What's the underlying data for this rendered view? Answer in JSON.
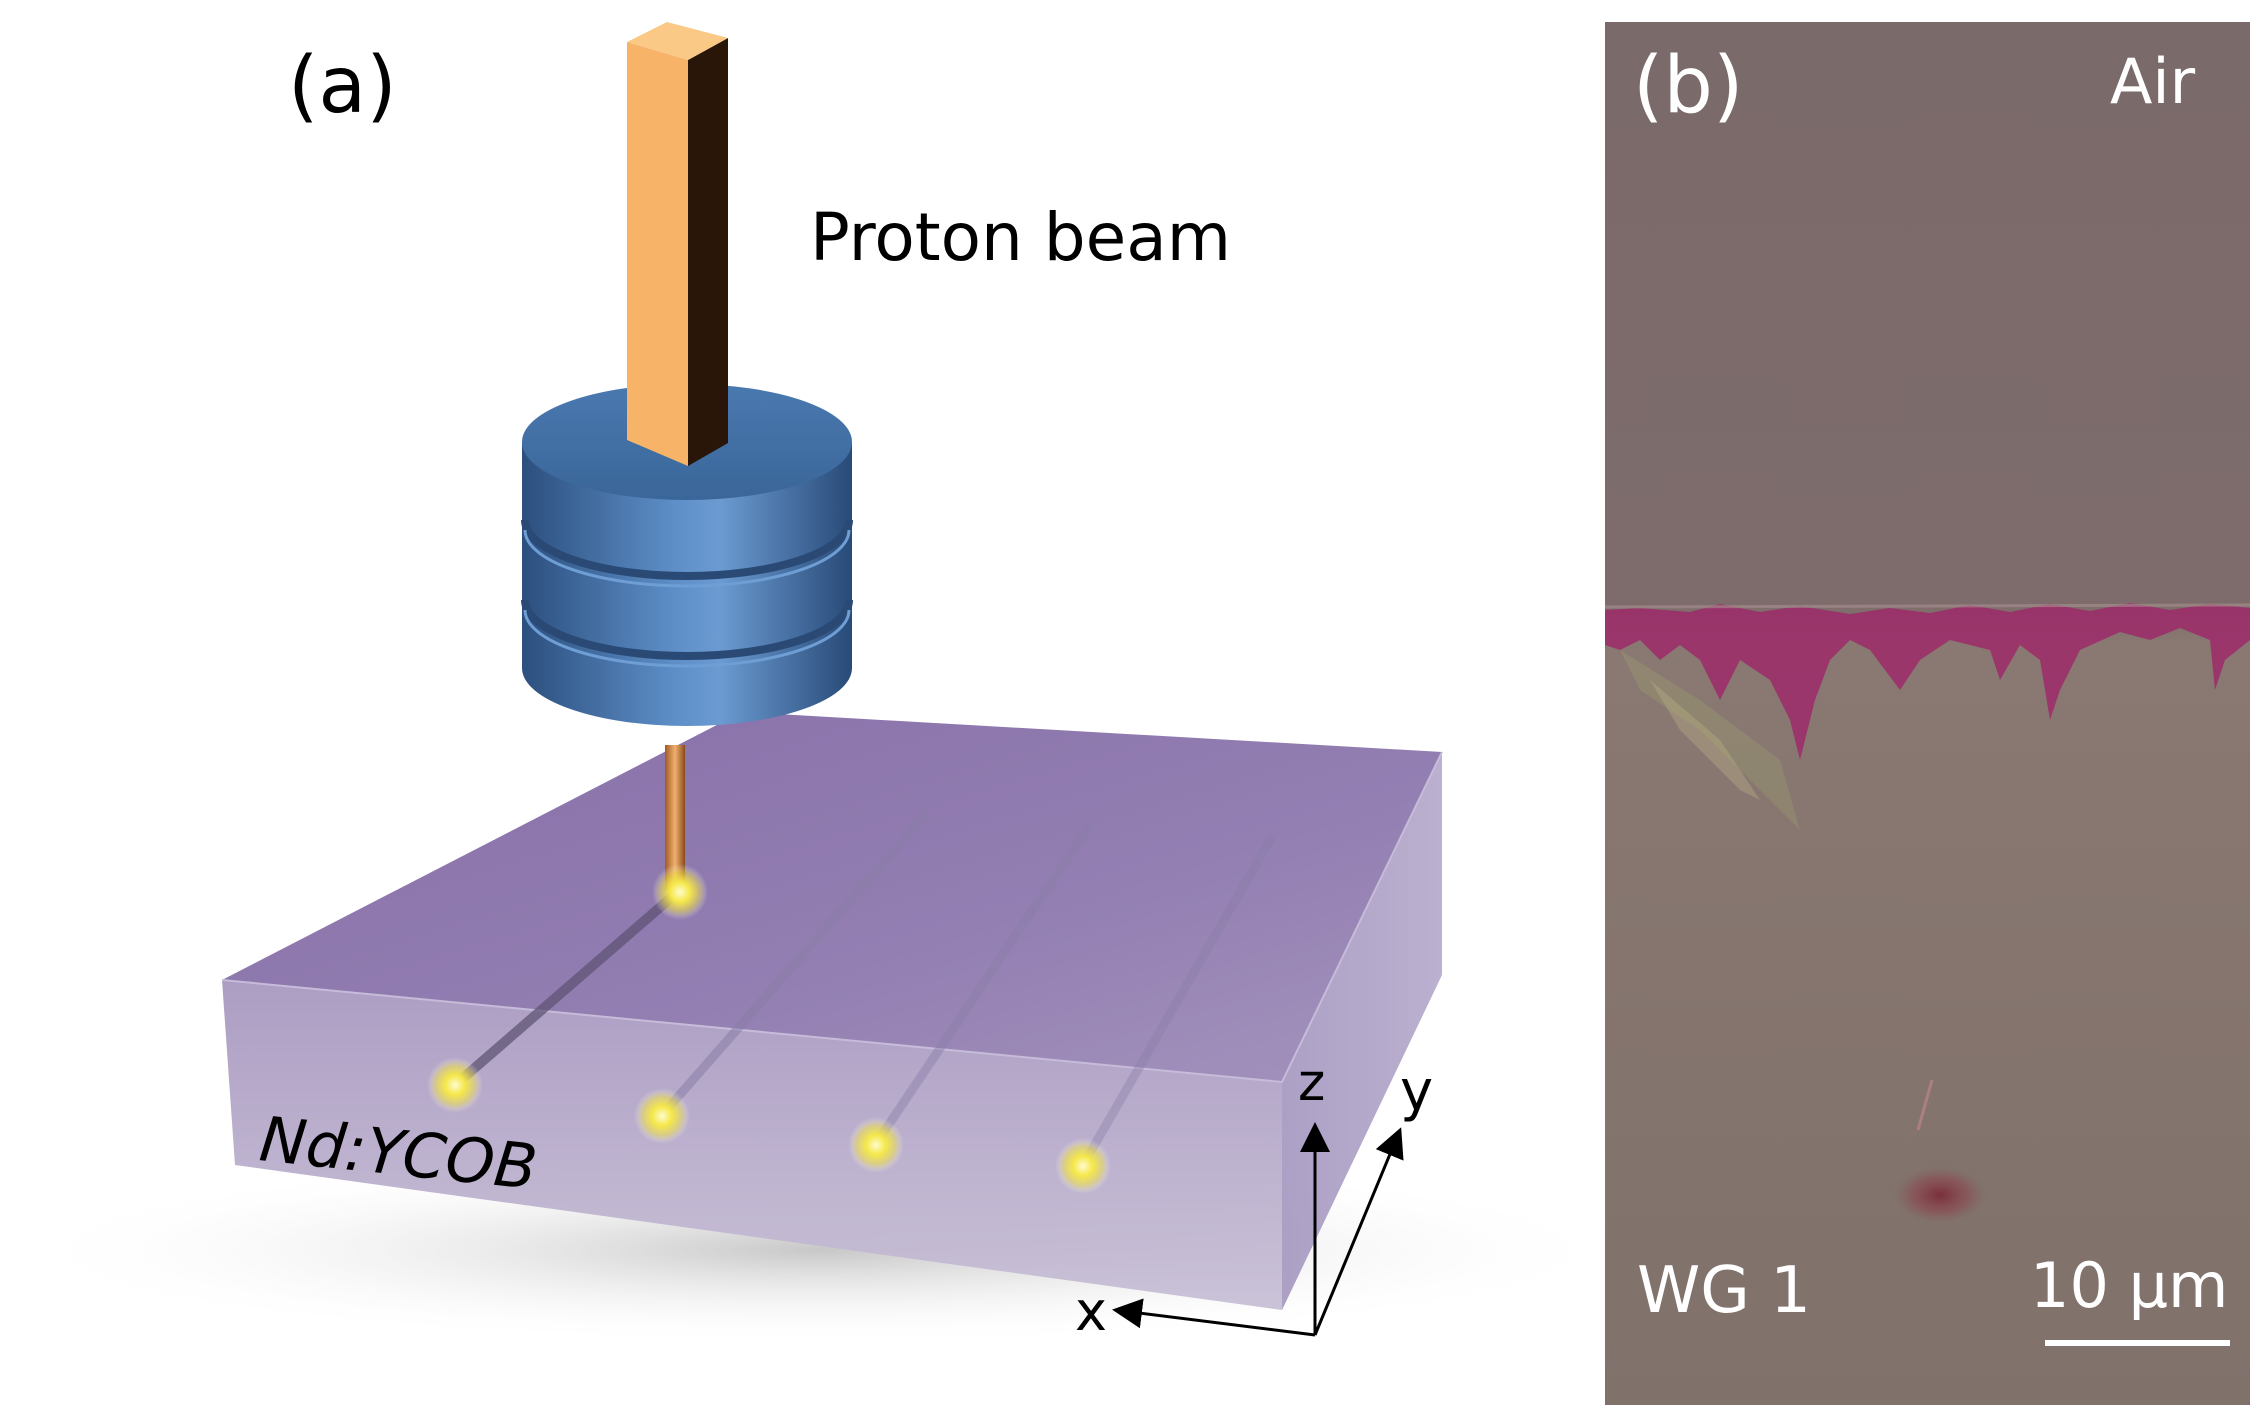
{
  "panel_a": {
    "label": "(a)",
    "beam_label": "Proton beam",
    "crystal_label": "Nd:YCOB",
    "axes": {
      "z": "z",
      "y": "y",
      "x": "x"
    }
  },
  "panel_b": {
    "label": "(b)",
    "air_label": "Air",
    "waveguide_label": "WG 1",
    "scale_label": "10 μm"
  },
  "colors": {
    "beam_front": "#f7b468",
    "beam_side": "#2a1608",
    "lens_blue": "#3e6da3",
    "crystal_top": "#8f7cae",
    "crystal_front": "#b9b0cc",
    "guide_spot": "#f3e64a",
    "micrograph_bg": "#7a6868",
    "damage_magenta": "#9d2a6a"
  }
}
